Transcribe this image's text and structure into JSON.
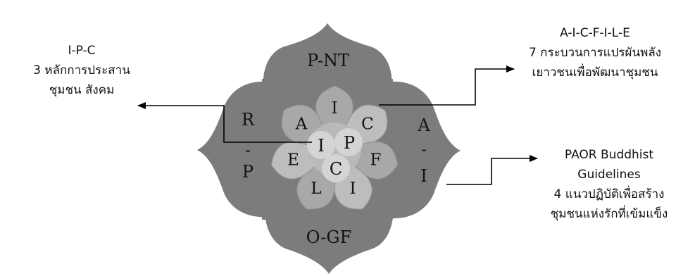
{
  "center": {
    "p1": "I",
    "p2": "P",
    "p3": "C"
  },
  "outer": {
    "top": "P-NT",
    "bottom": "O-GF",
    "left": {
      "a": "R",
      "b": "-",
      "c": "P"
    },
    "right": {
      "a": "A",
      "b": "-",
      "c": "I"
    }
  },
  "inner_ring": [
    "I",
    "C",
    "F",
    "I",
    "L",
    "E",
    "A"
  ],
  "captions": {
    "left": [
      "I-P-C",
      "3 หลักการประสาน",
      "ชุมชน สังคม"
    ],
    "top_right": [
      "A-I-C-F-I-L-E",
      "7 กระบวนการแปรผันพลัง",
      "เยาวชนเพื่อพัฒนาชุมชน"
    ],
    "bottom_right": [
      "PAOR Buddhist",
      "Guidelines",
      "4 แนวปฏิบัติเพื่อสร้าง",
      "ชุมชนแห่งรักที่เข้มแข็ง"
    ]
  },
  "colors": {
    "outer_petal": "#7c7c7c",
    "inner_petal": "#a8a8a8",
    "inner_petal_light": "#bdbdbd",
    "center_circle": "#d4d4d4",
    "background": "#ffffff",
    "arrow": "#000000"
  }
}
